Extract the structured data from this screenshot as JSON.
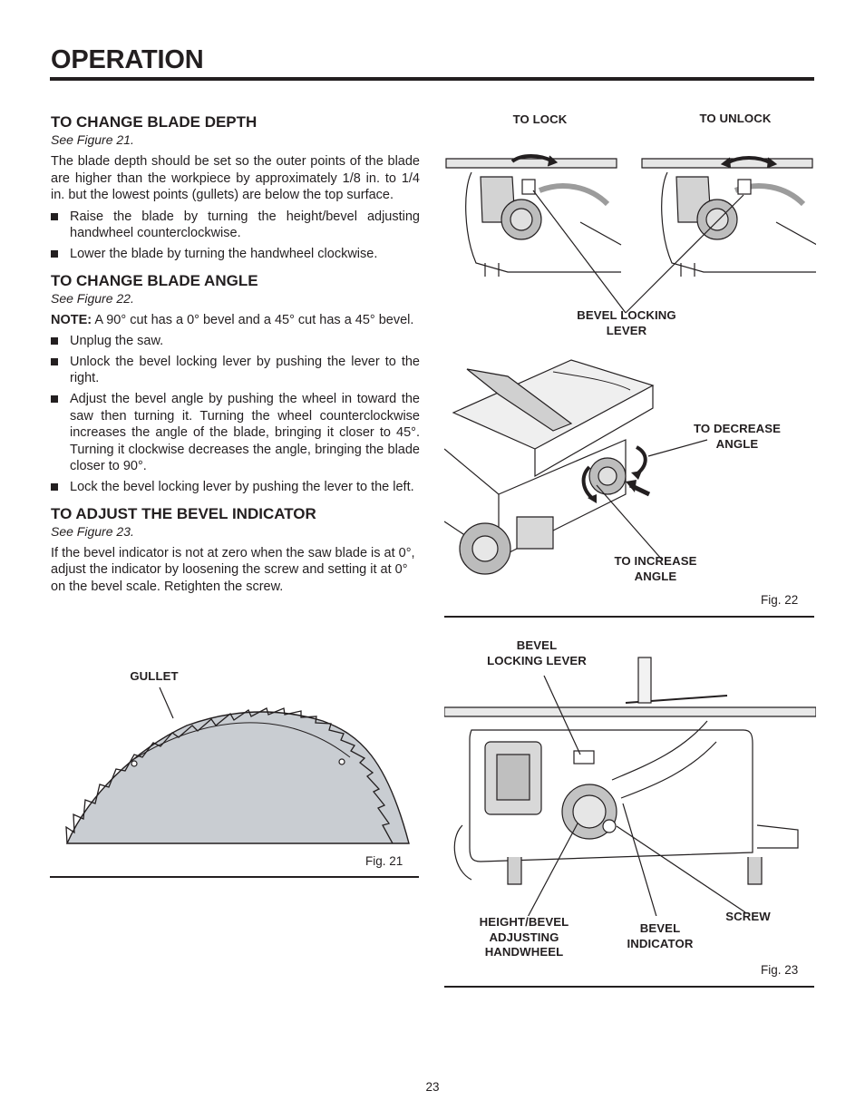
{
  "page": {
    "title": "OPERATION",
    "number": "23"
  },
  "sections": [
    {
      "heading": "TO CHANGE BLADE DEPTH",
      "see": "See Figure 21.",
      "paragraph": "The blade depth should be set so the outer points of the blade are higher than the workpiece by approximately 1/8 in. to 1/4 in. but the lowest points (gullets) are below the top surface.",
      "bullets": [
        "Raise the blade by turning the height/bevel adjusting handwheel counterclockwise.",
        "Lower the blade by turning the handwheel clockwise."
      ]
    },
    {
      "heading": "TO CHANGE BLADE ANGLE",
      "see": "See Figure 22.",
      "note_label": "NOTE:",
      "note_text": " A 90° cut has a 0° bevel and a 45° cut has a 45° bevel.",
      "bullets": [
        "Unplug the saw.",
        "Unlock the bevel locking lever by pushing the lever to the right.",
        "Adjust the bevel angle by pushing the wheel in toward the saw then turning it. Turning the wheel counterclockwise increases the angle of the blade, bringing it closer to 45°. Turning it clockwise decreases the angle, bringing the blade closer to 90°.",
        "Lock the bevel locking lever by pushing the lever to the left."
      ]
    },
    {
      "heading": "TO ADJUST THE BEVEL INDICATOR",
      "see": "See Figure 23.",
      "paragraph": "If the bevel indicator is not at zero when the saw blade is at 0°, adjust the indicator by loosening the screw and setting it at 0° on the bevel scale. Retighten the screw."
    }
  ],
  "fig21": {
    "caption": "Fig. 21",
    "callout_gullet": "GULLET"
  },
  "fig22": {
    "caption": "Fig. 22",
    "callout_to_lock": "TO LOCK",
    "callout_to_unlock": "TO UNLOCK",
    "callout_bevel_locking_lever": [
      "BEVEL LOCKING",
      "LEVER"
    ],
    "callout_to_decrease": [
      "TO DECREASE",
      "ANGLE"
    ],
    "callout_to_increase": [
      "TO INCREASE",
      "ANGLE"
    ]
  },
  "fig23": {
    "caption": "Fig. 23",
    "callout_bevel_locking_lever": [
      "BEVEL",
      "LOCKING LEVER"
    ],
    "callout_handwheel": [
      "HEIGHT/BEVEL",
      "ADJUSTING",
      "HANDWHEEL"
    ],
    "callout_bevel_indicator": [
      "BEVEL",
      "INDICATOR"
    ],
    "callout_screw": "SCREW"
  }
}
